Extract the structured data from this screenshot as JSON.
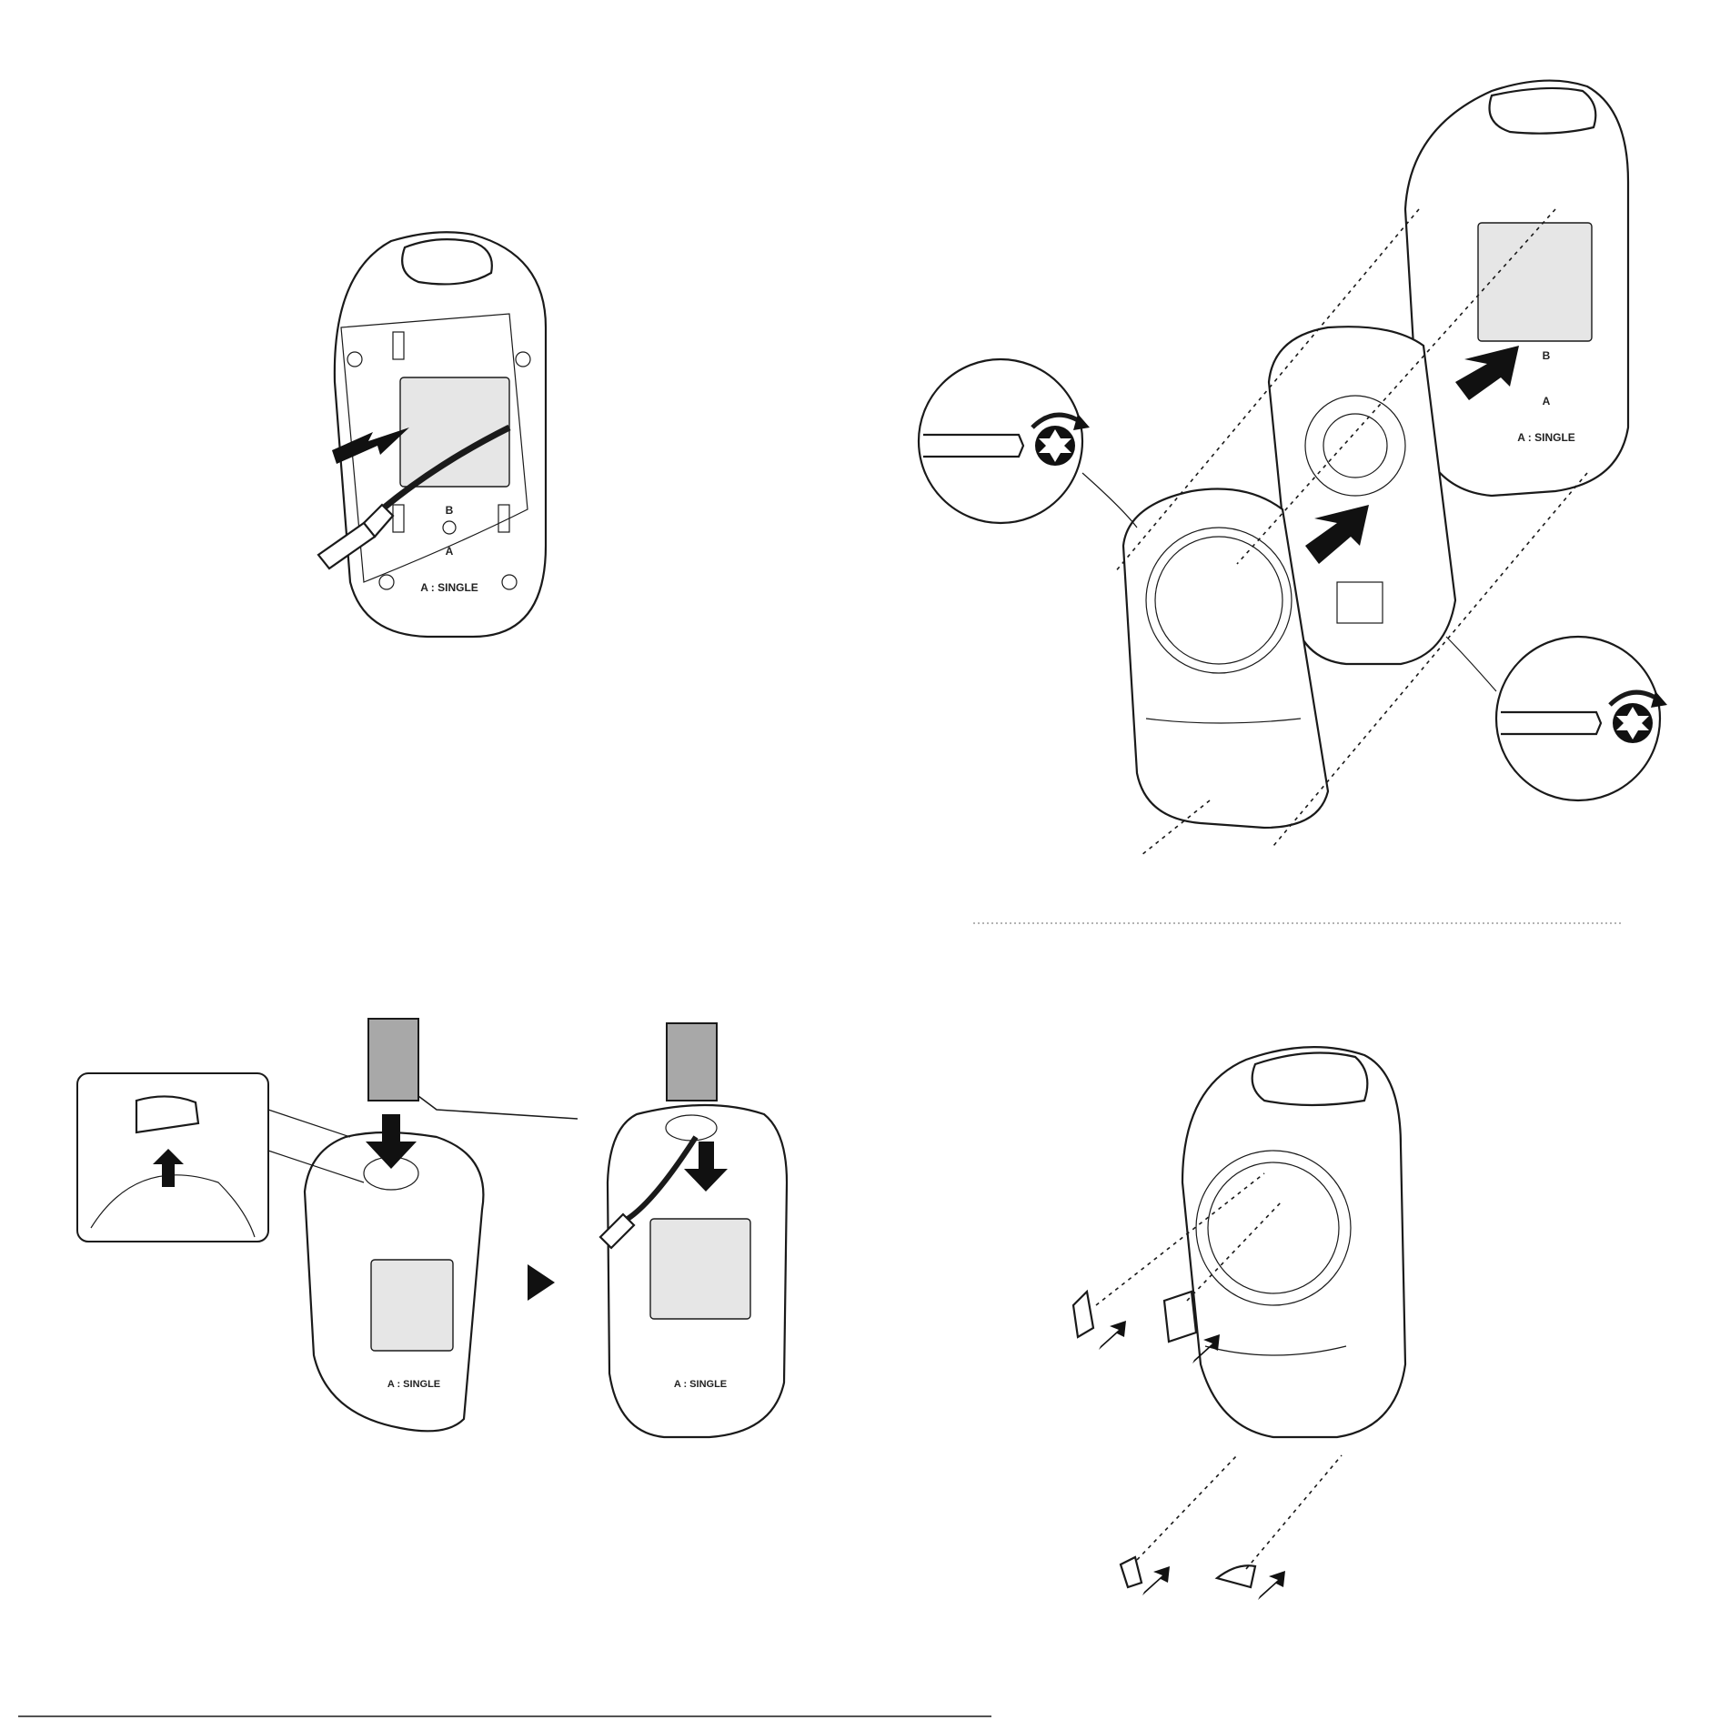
{
  "diagram": {
    "label_single": "A : SINGLE",
    "label_a": "A",
    "label_b": "B",
    "colors": {
      "line": "#1a1a1a",
      "arrow": "#111111",
      "pipe": "#a8a8a8",
      "divider": "#9a9a9a",
      "background": "#ffffff"
    },
    "icons": [
      "torx-screwdriver-icon",
      "rotate-clockwise-icon",
      "play-arrow-icon"
    ]
  }
}
